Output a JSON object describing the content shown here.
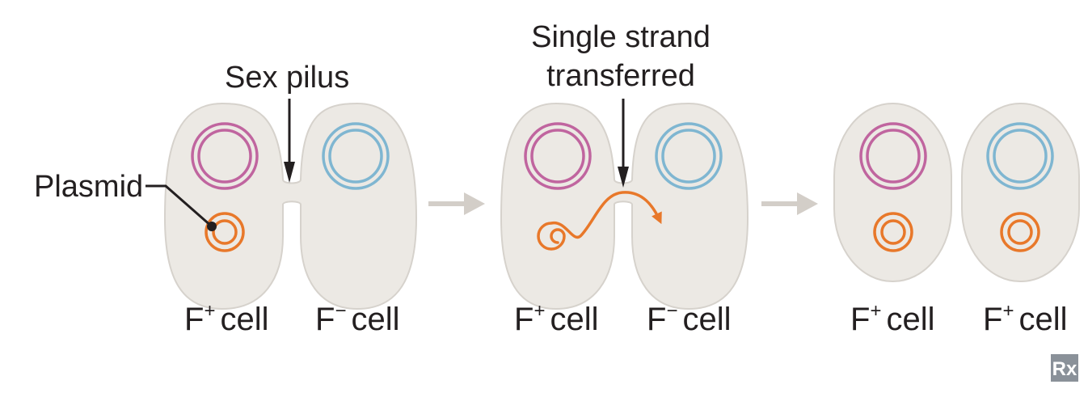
{
  "labels": {
    "sex_pilus": "Sex pilus",
    "single_strand_line1": "Single strand",
    "single_strand_line2": "transferred",
    "plasmid": "Plasmid"
  },
  "stages": [
    {
      "cells": [
        {
          "base": "F",
          "sign": "+",
          "word": "cell"
        },
        {
          "base": "F",
          "sign": "−",
          "word": "cell"
        }
      ]
    },
    {
      "cells": [
        {
          "base": "F",
          "sign": "+",
          "word": "cell"
        },
        {
          "base": "F",
          "sign": "−",
          "word": "cell"
        }
      ]
    },
    {
      "cells": [
        {
          "base": "F",
          "sign": "+",
          "word": "cell"
        },
        {
          "base": "F",
          "sign": "+",
          "word": "cell"
        }
      ]
    }
  ],
  "logo": {
    "icon": "rx-logo-icon",
    "text": "Rx"
  },
  "colors": {
    "cell_fill": "#ece9e4",
    "cell_stroke": "#d6d2cc",
    "chromosome_f_plus": "#c0659f",
    "chromosome_f_minus": "#7fb6d1",
    "plasmid": "#e8782a",
    "arrow": "#d3cec8",
    "text": "#231f20",
    "logo_bg": "#8a9199"
  }
}
